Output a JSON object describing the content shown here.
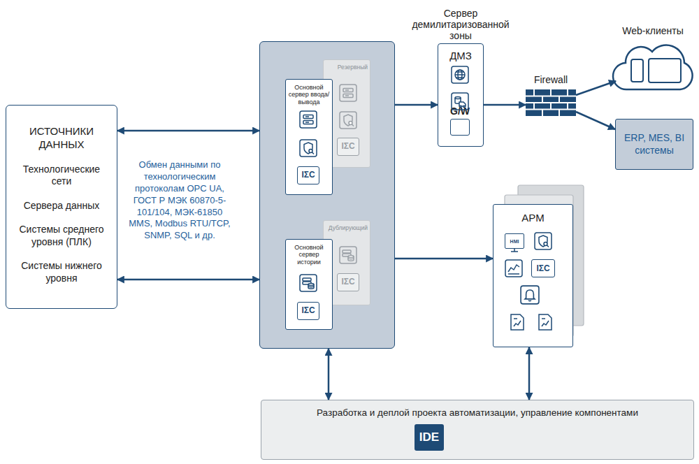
{
  "diagram": {
    "nodes": [
      {
        "text": [
          "ИСТОЧНИКИ ДАННЫХ",
          "Технологические сети",
          "Сервера данных",
          "Системы среднего уровня (ПЛК)",
          "Системы нижнего уровня"
        ]
      },
      {
        "text": []
      },
      {
        "text": [
          "Резервный"
        ],
        "in": 1
      },
      {
        "text": [
          "IΣC"
        ],
        "in": 2
      },
      {
        "text": [
          "Основной сервер ввода/вывода"
        ],
        "in": 1
      },
      {
        "text": [
          "IΣC"
        ],
        "in": 4
      },
      {
        "text": [
          "Дублирующий"
        ],
        "in": 1
      },
      {
        "text": [
          "IΣC"
        ],
        "in": 6
      },
      {
        "text": [
          "Основной сервер истории"
        ],
        "in": 1
      },
      {
        "text": [
          "IΣC"
        ],
        "in": 8
      },
      {
        "text": [
          "Сервер демилитаризованной зоны",
          "ДМЗ"
        ]
      },
      {
        "text": [
          "G/W"
        ],
        "in": 10
      },
      {
        "text": [
          "Firewall"
        ]
      },
      {
        "text": [
          "Web-клиенты"
        ]
      },
      {
        "text": [
          "ERP, MES, BI системы"
        ]
      },
      {
        "text": [
          "АРМ"
        ]
      },
      {
        "text": [
          "HMI"
        ],
        "in": 15
      },
      {
        "text": [
          "IΣC"
        ],
        "in": 15
      },
      {
        "text": [
          "Разработка и деплой проекта автоматизации, управление компонентами"
        ]
      },
      {
        "text": [
          "IDE"
        ],
        "in": 18
      }
    ],
    "edges": [
      {
        "from": 0,
        "to": 1,
        "arrow": "both"
      },
      {
        "from": 0,
        "to": 1,
        "arrow": "both"
      },
      {
        "from": 1,
        "to": 10,
        "arrow": "to"
      },
      {
        "from": 10,
        "to": 12,
        "arrow": "to"
      },
      {
        "from": 12,
        "to": 13,
        "arrow": "to"
      },
      {
        "from": 12,
        "to": 14,
        "arrow": "to"
      },
      {
        "from": 1,
        "to": 15,
        "arrow": "to"
      },
      {
        "from": 1,
        "to": 18,
        "arrow": "both"
      },
      {
        "from": 15,
        "to": 18,
        "arrow": "both"
      }
    ],
    "labels": [
      "Обмен данными по технологическим протоколам OPC UA, ГОСТ Р МЭК 60870-5-101/104, МЭК-61850 MMS, Modbus RTU/TCP, SNMP, SQL и др."
    ]
  }
}
